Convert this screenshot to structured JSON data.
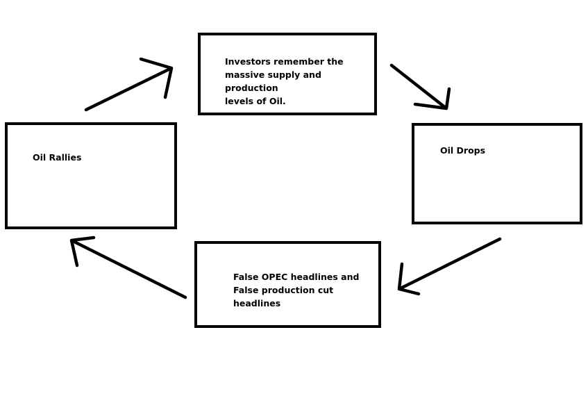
{
  "diagram": {
    "boxes": [
      {
        "id": "investors",
        "text": "Investors remember the\nmassive supply and production\nlevels of Oil."
      },
      {
        "id": "oil_drops",
        "text": "Oil Drops"
      },
      {
        "id": "opec",
        "text": "False OPEC headlines and\nFalse production cut\nheadlines"
      },
      {
        "id": "oil_rallies",
        "text": "Oil Rallies"
      }
    ],
    "flow": [
      "oil_rallies",
      "investors",
      "oil_drops",
      "opec",
      "oil_rallies"
    ],
    "colors": {
      "stroke": "#000000",
      "background": "#ffffff"
    }
  }
}
